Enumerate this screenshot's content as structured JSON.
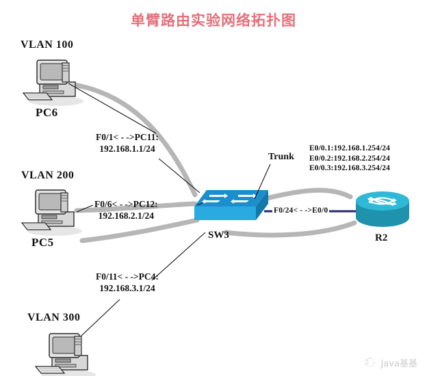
{
  "title": "单臂路由实验网络拓扑图",
  "colors": {
    "title": "#e4707a",
    "cable": "#b0b0b0",
    "trunk_link": "#262673",
    "switch_top": "#1a8fcc",
    "switch_front": "#29abe2",
    "router_body": "#2aa8c4",
    "text": "#111111"
  },
  "hosts": [
    {
      "vlan": "VLAN 100",
      "name": "PC6",
      "icon": "desktop-computer-icon"
    },
    {
      "vlan": "VLAN 200",
      "name": "PC5",
      "icon": "desktop-computer-icon"
    },
    {
      "vlan": "VLAN 300",
      "name": "",
      "icon": "desktop-computer-icon"
    }
  ],
  "interfaces": [
    {
      "line1": "F0/1< - ->PC11:",
      "line2": "192.168.1.1/24"
    },
    {
      "line1": "F0/6< - ->PC12:",
      "line2": "192.168.2.1/24"
    },
    {
      "line1": "F0/11< - ->PC4:",
      "line2": "192.168.3.1/24"
    }
  ],
  "switch": {
    "name": "SW3",
    "icon": "network-switch-icon"
  },
  "router": {
    "name": "R2",
    "icon": "router-icon"
  },
  "trunk": {
    "label": "Trunk",
    "link_label": "F0/24< - ->E0/0"
  },
  "subinterfaces": [
    "E0/0.1:192.168.1.254/24",
    "E0/0.2:192.168.2.254/24",
    "E0/0.3:192.168.3.254/24"
  ],
  "watermark": {
    "text": "Java基基",
    "icon": "watermark-logo-icon"
  }
}
